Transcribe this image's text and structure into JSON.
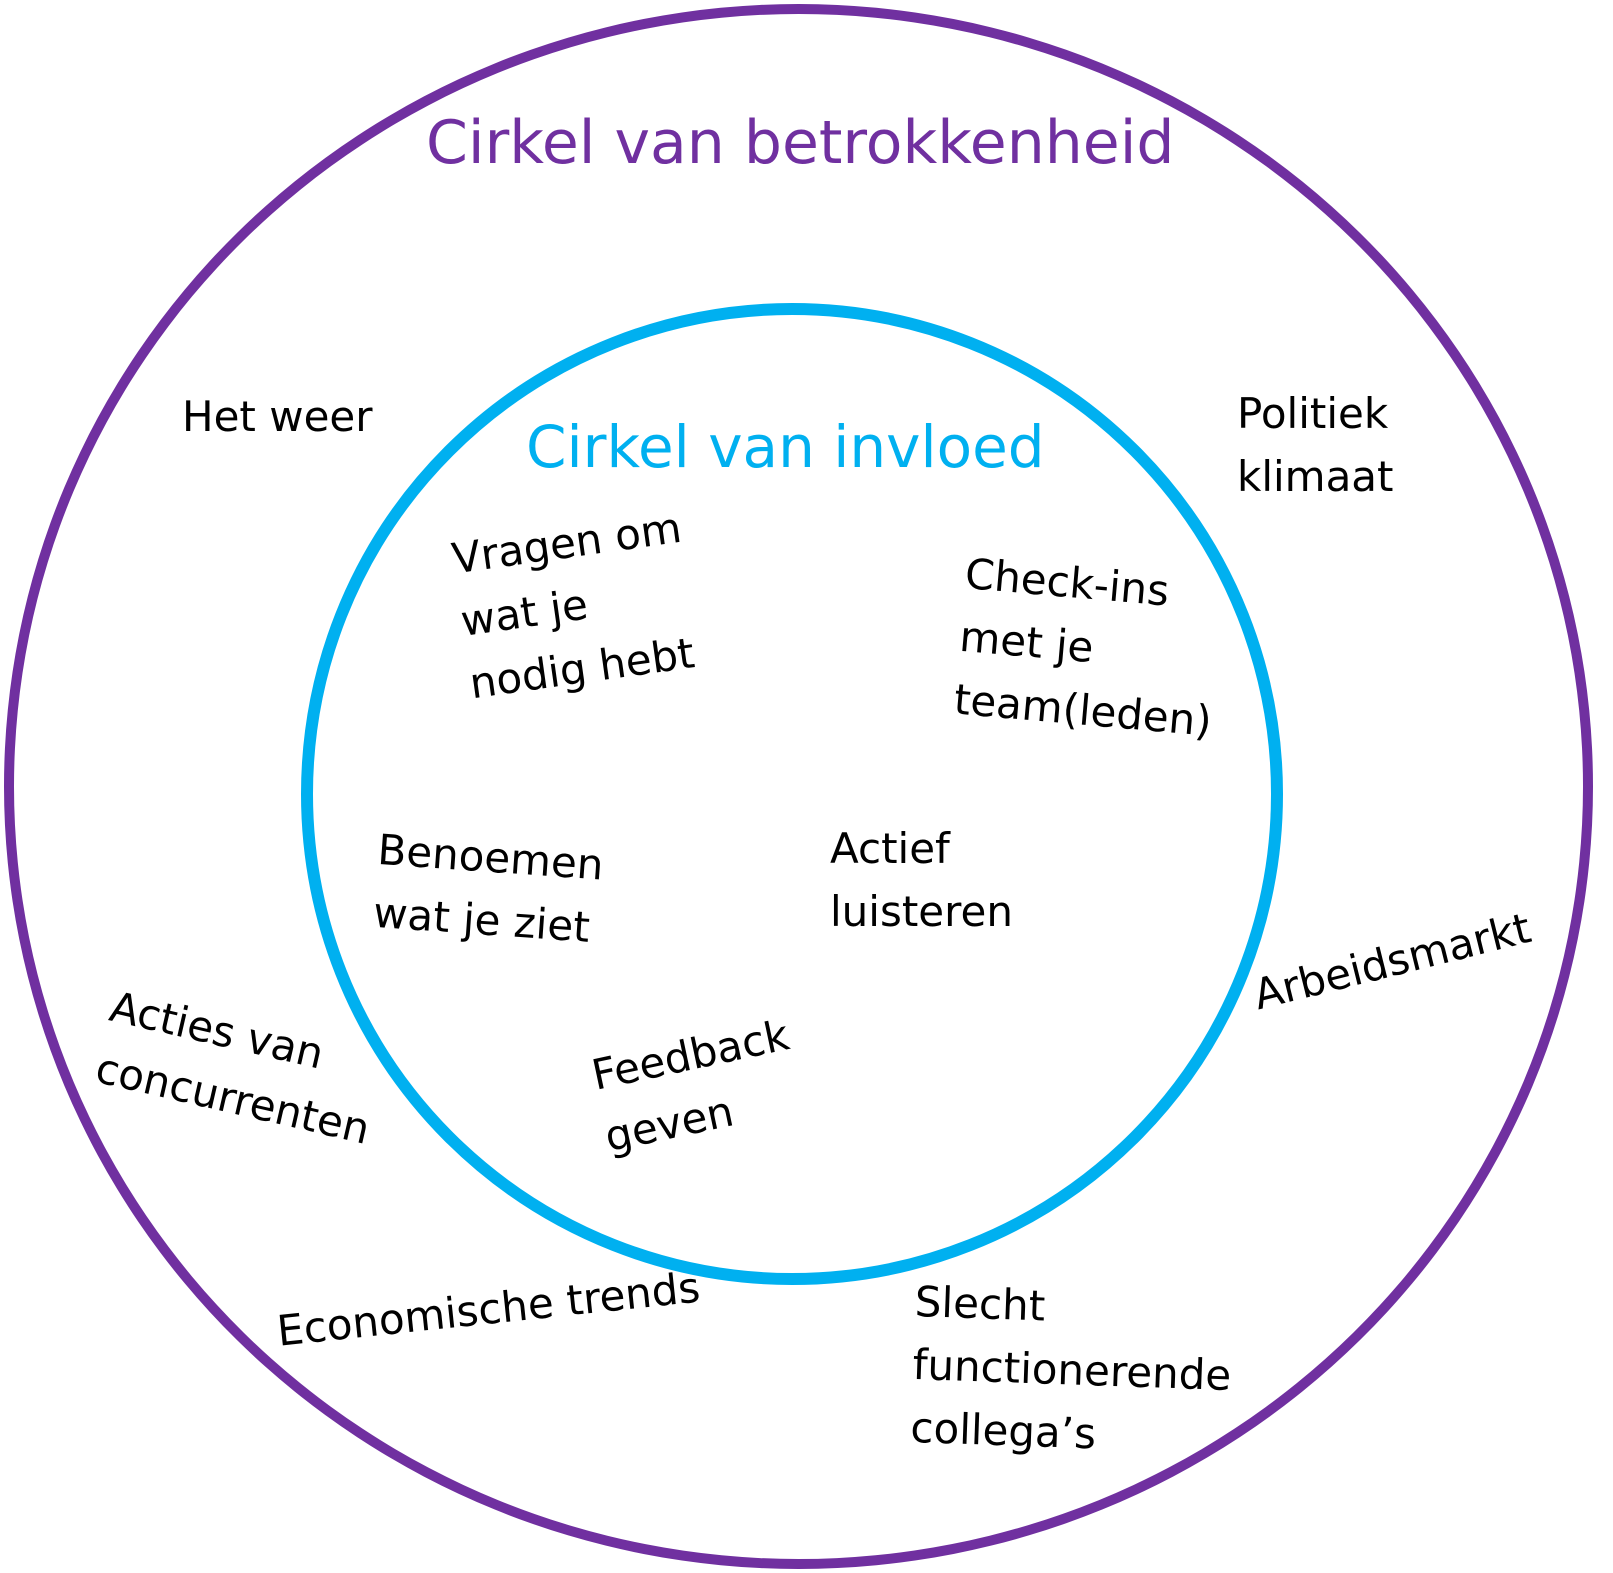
{
  "outer_circle": {
    "title": "Cirkel van betrokkenheid",
    "color": "#7030a0",
    "items": {
      "het_weer": [
        "Het weer"
      ],
      "politiek_klimaat": [
        "Politiek",
        "klimaat"
      ],
      "arbeidsmarkt": [
        "Arbeidsmarkt"
      ],
      "acties_van_concurrenten": [
        "Acties van",
        "concurrenten"
      ],
      "economische_trends": [
        "Economische trends"
      ],
      "slecht_functionerende_collegas": [
        "Slecht",
        "functionerende",
        "collega’s"
      ]
    }
  },
  "inner_circle": {
    "title": "Cirkel van invloed",
    "color": "#00b0f0",
    "items": {
      "vragen_om": [
        "Vragen om",
        "wat je",
        "nodig hebt"
      ],
      "check_ins": [
        "Check-ins",
        "met je",
        "team(leden)"
      ],
      "benoemen": [
        "Benoemen",
        "wat je ziet"
      ],
      "actief_luisteren": [
        "Actief",
        "luisteren"
      ],
      "feedback_geven": [
        "Feedback",
        "geven"
      ]
    }
  }
}
